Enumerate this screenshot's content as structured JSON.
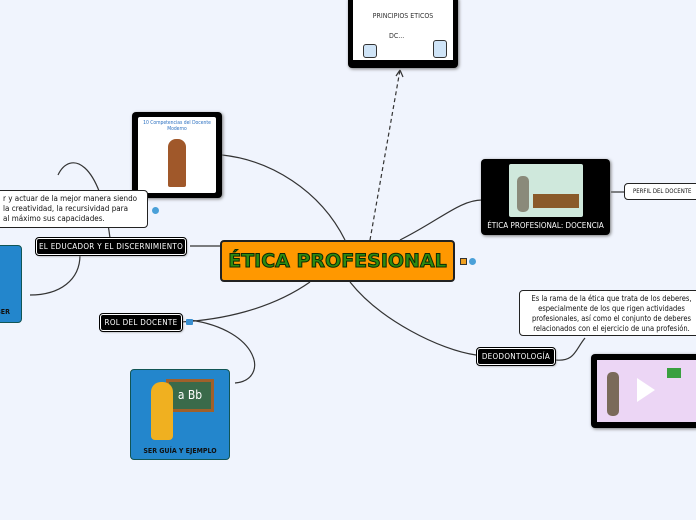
{
  "central": {
    "title": "ÉTICA PROFESIONAL"
  },
  "nodes": {
    "principios_image": {
      "caption_art": "PRINCIPIOS ETICOS",
      "sub_art": "DC..."
    },
    "competencias_image": {
      "caption_art": "10 Competencias del Docente Moderno"
    },
    "educador": {
      "label": "EL EDUCADOR Y EL DISCERNIMIENTO"
    },
    "educador_note": {
      "lines": [
        "r y actuar de la mejor manera siendo",
        "la creatividad, la recursividad para",
        "al máximo sus capacidades."
      ]
    },
    "saber": {
      "label": "BER"
    },
    "rol": {
      "label": "ROL DEL DOCENTE"
    },
    "guia": {
      "label": "SER GUÍA Y EJEMPLO",
      "art": "a Bb"
    },
    "docencia": {
      "label": "ÉTICA PROFESIONAL: DOCENCIA"
    },
    "perfil": {
      "label": "PERFIL DEL DOCENTE"
    },
    "deodontologia": {
      "label": "DEODONTOLOGÍA"
    },
    "deodontologia_note": {
      "lines": [
        "Es la rama de la ética que trata de los deberes,",
        "especialmente de los que rigen actividades",
        "profesionales, así como el conjunto de deberes",
        "relacionados con el ejercicio de una profesión."
      ]
    }
  },
  "colors": {
    "background": "#f0f4fd",
    "central": "#ff9800",
    "central_text": "#2d8a10",
    "topic": "#000000",
    "image_node": "#2386cc"
  }
}
